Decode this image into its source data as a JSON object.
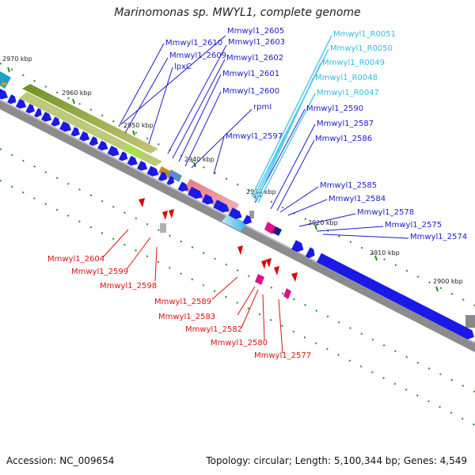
{
  "title": "Marinomonas sp. MWYL1, complete genome",
  "footer": {
    "accession": "Accession: NC_009654",
    "summary": "Topology: circular; Length: 5,100,344 bp; Genes: 4,549"
  },
  "colors": {
    "forward_label": "#1c1cc8",
    "rna_label": "#33bbe6",
    "reverse_label": "#dd1111",
    "cds": "#1a1ae6",
    "backbone": "#999999"
  },
  "ticks": [
    "2970 kbp",
    "2960 kbp",
    "2950 kbp",
    "2940 kbp",
    "2930 kbp",
    "2920 kbp",
    "2910 kbp",
    "2900 kbp"
  ],
  "forward_labels": [
    "Mmwyl1_2605",
    "Mmwyl1_2610",
    "Mmwyl1_2603",
    "Mmwyl1_2609",
    "lpxC",
    "Mmwyl1_2602",
    "Mmwyl1_2601",
    "Mmwyl1_2600",
    "rpmI",
    "Mmwyl1_2597",
    "Mmwyl1_2590",
    "Mmwyl1_2587",
    "Mmwyl1_2586",
    "Mmwyl1_2585",
    "Mmwyl1_2584",
    "Mmwyl1_2578",
    "Mmwyl1_2575",
    "Mmwyl1_2574"
  ],
  "rna_labels": [
    "Mmwyl1_R0051",
    "Mmwyl1_R0050",
    "Mmwyl1_R0049",
    "Mmwyl1_R0048",
    "Mmwyl1_R0047"
  ],
  "reverse_labels": [
    "Mmwyl1_2604",
    "Mmwyl1_2599",
    "Mmwyl1_2598",
    "Mmwyl1_2589",
    "Mmwyl1_2583",
    "Mmwyl1_2582",
    "Mmwyl1_2580",
    "Mmwyl1_2577"
  ]
}
